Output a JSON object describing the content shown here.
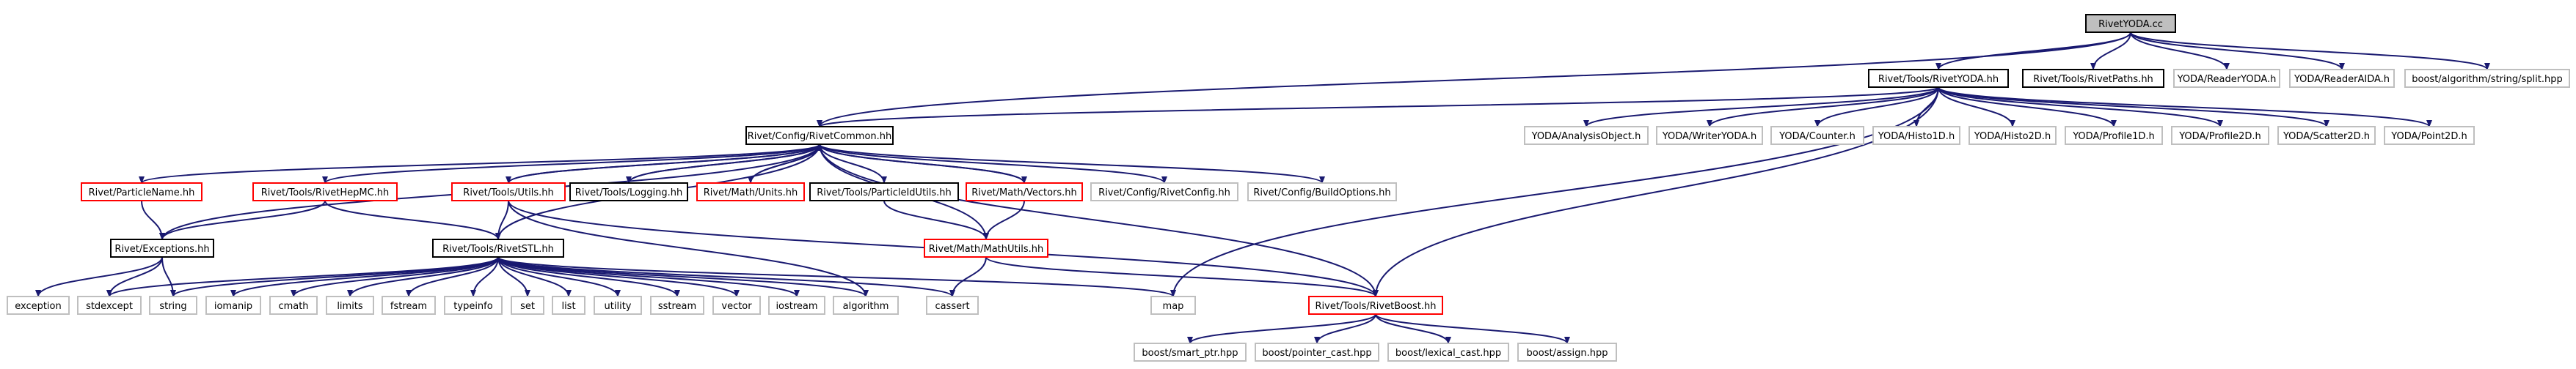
{
  "graph": {
    "nodes": [
      {
        "id": "rivetyoda_cc",
        "label": "RivetYODA.cc",
        "style": "root"
      },
      {
        "id": "tools_rivetyoda_hh",
        "label": "Rivet/Tools/RivetYODA.hh",
        "style": "doc"
      },
      {
        "id": "tools_rivetpaths_hh",
        "label": "Rivet/Tools/RivetPaths.hh",
        "style": "doc"
      },
      {
        "id": "yoda_readeryoda_h",
        "label": "YODA/ReaderYODA.h",
        "style": "ext"
      },
      {
        "id": "yoda_readeraida_h",
        "label": "YODA/ReaderAIDA.h",
        "style": "ext"
      },
      {
        "id": "boost_split_hpp",
        "label": "boost/algorithm/string/split.hpp",
        "style": "ext"
      },
      {
        "id": "config_rivetcommon_hh",
        "label": "Rivet/Config/RivetCommon.hh",
        "style": "doc"
      },
      {
        "id": "yoda_analysisobject_h",
        "label": "YODA/AnalysisObject.h",
        "style": "ext"
      },
      {
        "id": "yoda_writeryoda_h",
        "label": "YODA/WriterYODA.h",
        "style": "ext"
      },
      {
        "id": "yoda_counter_h",
        "label": "YODA/Counter.h",
        "style": "ext"
      },
      {
        "id": "yoda_histo1d_h",
        "label": "YODA/Histo1D.h",
        "style": "ext"
      },
      {
        "id": "yoda_histo2d_h",
        "label": "YODA/Histo2D.h",
        "style": "ext"
      },
      {
        "id": "yoda_profile1d_h",
        "label": "YODA/Profile1D.h",
        "style": "ext"
      },
      {
        "id": "yoda_profile2d_h",
        "label": "YODA/Profile2D.h",
        "style": "ext"
      },
      {
        "id": "yoda_scatter2d_h",
        "label": "YODA/Scatter2D.h",
        "style": "ext"
      },
      {
        "id": "yoda_point2d_h",
        "label": "YODA/Point2D.h",
        "style": "ext"
      },
      {
        "id": "particlename_hh",
        "label": "Rivet/ParticleName.hh",
        "style": "undoc"
      },
      {
        "id": "tools_rivethepmc_hh",
        "label": "Rivet/Tools/RivetHepMC.hh",
        "style": "undoc"
      },
      {
        "id": "tools_utils_hh",
        "label": "Rivet/Tools/Utils.hh",
        "style": "undoc"
      },
      {
        "id": "tools_logging_hh",
        "label": "Rivet/Tools/Logging.hh",
        "style": "doc"
      },
      {
        "id": "math_units_hh",
        "label": "Rivet/Math/Units.hh",
        "style": "undoc"
      },
      {
        "id": "tools_particleidutils_hh",
        "label": "Rivet/Tools/ParticleIdUtils.hh",
        "style": "doc"
      },
      {
        "id": "math_vectors_hh",
        "label": "Rivet/Math/Vectors.hh",
        "style": "undoc"
      },
      {
        "id": "config_rivetconfig_hh",
        "label": "Rivet/Config/RivetConfig.hh",
        "style": "ext"
      },
      {
        "id": "config_buildoptions_hh",
        "label": "Rivet/Config/BuildOptions.hh",
        "style": "ext"
      },
      {
        "id": "exceptions_hh",
        "label": "Rivet/Exceptions.hh",
        "style": "doc"
      },
      {
        "id": "tools_rivetstl_hh",
        "label": "Rivet/Tools/RivetSTL.hh",
        "style": "doc"
      },
      {
        "id": "math_mathutils_hh",
        "label": "Rivet/Math/MathUtils.hh",
        "style": "undoc"
      },
      {
        "id": "tools_rivetboost_hh",
        "label": "Rivet/Tools/RivetBoost.hh",
        "style": "undoc"
      },
      {
        "id": "exception",
        "label": "exception",
        "style": "ext"
      },
      {
        "id": "stdexcept",
        "label": "stdexcept",
        "style": "ext"
      },
      {
        "id": "string",
        "label": "string",
        "style": "ext"
      },
      {
        "id": "iomanip",
        "label": "iomanip",
        "style": "ext"
      },
      {
        "id": "cmath",
        "label": "cmath",
        "style": "ext"
      },
      {
        "id": "limits",
        "label": "limits",
        "style": "ext"
      },
      {
        "id": "fstream",
        "label": "fstream",
        "style": "ext"
      },
      {
        "id": "typeinfo",
        "label": "typeinfo",
        "style": "ext"
      },
      {
        "id": "set",
        "label": "set",
        "style": "ext"
      },
      {
        "id": "list",
        "label": "list",
        "style": "ext"
      },
      {
        "id": "utility",
        "label": "utility",
        "style": "ext"
      },
      {
        "id": "sstream",
        "label": "sstream",
        "style": "ext"
      },
      {
        "id": "vector",
        "label": "vector",
        "style": "ext"
      },
      {
        "id": "iostream",
        "label": "iostream",
        "style": "ext"
      },
      {
        "id": "algorithm",
        "label": "algorithm",
        "style": "ext"
      },
      {
        "id": "cassert",
        "label": "cassert",
        "style": "ext"
      },
      {
        "id": "map",
        "label": "map",
        "style": "ext"
      },
      {
        "id": "boost_smart_ptr_hpp",
        "label": "boost/smart_ptr.hpp",
        "style": "ext"
      },
      {
        "id": "boost_pointer_cast_hpp",
        "label": "boost/pointer_cast.hpp",
        "style": "ext"
      },
      {
        "id": "boost_lexical_cast_hpp",
        "label": "boost/lexical_cast.hpp",
        "style": "ext"
      },
      {
        "id": "boost_assign_hpp",
        "label": "boost/assign.hpp",
        "style": "ext"
      }
    ],
    "edges": [
      [
        "rivetyoda_cc",
        "tools_rivetyoda_hh"
      ],
      [
        "rivetyoda_cc",
        "tools_rivetpaths_hh"
      ],
      [
        "rivetyoda_cc",
        "yoda_readeryoda_h"
      ],
      [
        "rivetyoda_cc",
        "yoda_readeraida_h"
      ],
      [
        "rivetyoda_cc",
        "boost_split_hpp"
      ],
      [
        "rivetyoda_cc",
        "config_rivetcommon_hh"
      ],
      [
        "tools_rivetyoda_hh",
        "config_rivetcommon_hh"
      ],
      [
        "tools_rivetyoda_hh",
        "yoda_analysisobject_h"
      ],
      [
        "tools_rivetyoda_hh",
        "yoda_writeryoda_h"
      ],
      [
        "tools_rivetyoda_hh",
        "yoda_counter_h"
      ],
      [
        "tools_rivetyoda_hh",
        "yoda_histo1d_h"
      ],
      [
        "tools_rivetyoda_hh",
        "yoda_histo2d_h"
      ],
      [
        "tools_rivetyoda_hh",
        "yoda_profile1d_h"
      ],
      [
        "tools_rivetyoda_hh",
        "yoda_profile2d_h"
      ],
      [
        "tools_rivetyoda_hh",
        "yoda_scatter2d_h"
      ],
      [
        "tools_rivetyoda_hh",
        "yoda_point2d_h"
      ],
      [
        "tools_rivetyoda_hh",
        "map"
      ],
      [
        "tools_rivetyoda_hh",
        "tools_rivetboost_hh"
      ],
      [
        "config_rivetcommon_hh",
        "particlename_hh"
      ],
      [
        "config_rivetcommon_hh",
        "tools_rivethepmc_hh"
      ],
      [
        "config_rivetcommon_hh",
        "tools_utils_hh"
      ],
      [
        "config_rivetcommon_hh",
        "tools_logging_hh"
      ],
      [
        "config_rivetcommon_hh",
        "math_units_hh"
      ],
      [
        "config_rivetcommon_hh",
        "tools_particleidutils_hh"
      ],
      [
        "config_rivetcommon_hh",
        "math_vectors_hh"
      ],
      [
        "config_rivetcommon_hh",
        "config_rivetconfig_hh"
      ],
      [
        "config_rivetcommon_hh",
        "config_buildoptions_hh"
      ],
      [
        "config_rivetcommon_hh",
        "exceptions_hh"
      ],
      [
        "config_rivetcommon_hh",
        "tools_rivetstl_hh"
      ],
      [
        "config_rivetcommon_hh",
        "math_mathutils_hh"
      ],
      [
        "config_rivetcommon_hh",
        "tools_rivetboost_hh"
      ],
      [
        "particlename_hh",
        "exceptions_hh"
      ],
      [
        "tools_rivethepmc_hh",
        "exceptions_hh"
      ],
      [
        "tools_rivethepmc_hh",
        "tools_rivetstl_hh"
      ],
      [
        "tools_utils_hh",
        "tools_rivetstl_hh"
      ],
      [
        "tools_utils_hh",
        "algorithm"
      ],
      [
        "tools_utils_hh",
        "tools_rivetboost_hh"
      ],
      [
        "tools_logging_hh",
        "config_rivetcommon_hh"
      ],
      [
        "math_units_hh",
        "config_rivetcommon_hh"
      ],
      [
        "math_vectors_hh",
        "config_rivetcommon_hh"
      ],
      [
        "tools_utils_hh",
        "config_rivetcommon_hh"
      ],
      [
        "tools_particleidutils_hh",
        "math_mathutils_hh"
      ],
      [
        "math_vectors_hh",
        "math_mathutils_hh"
      ],
      [
        "math_mathutils_hh",
        "cassert"
      ],
      [
        "math_mathutils_hh",
        "tools_rivetboost_hh"
      ],
      [
        "exceptions_hh",
        "exception"
      ],
      [
        "exceptions_hh",
        "stdexcept"
      ],
      [
        "exceptions_hh",
        "string"
      ],
      [
        "tools_rivetstl_hh",
        "stdexcept"
      ],
      [
        "tools_rivetstl_hh",
        "string"
      ],
      [
        "tools_rivetstl_hh",
        "iomanip"
      ],
      [
        "tools_rivetstl_hh",
        "cmath"
      ],
      [
        "tools_rivetstl_hh",
        "limits"
      ],
      [
        "tools_rivetstl_hh",
        "fstream"
      ],
      [
        "tools_rivetstl_hh",
        "typeinfo"
      ],
      [
        "tools_rivetstl_hh",
        "set"
      ],
      [
        "tools_rivetstl_hh",
        "list"
      ],
      [
        "tools_rivetstl_hh",
        "utility"
      ],
      [
        "tools_rivetstl_hh",
        "sstream"
      ],
      [
        "tools_rivetstl_hh",
        "vector"
      ],
      [
        "tools_rivetstl_hh",
        "iostream"
      ],
      [
        "tools_rivetstl_hh",
        "algorithm"
      ],
      [
        "tools_rivetstl_hh",
        "cassert"
      ],
      [
        "tools_rivetstl_hh",
        "map"
      ],
      [
        "tools_rivetboost_hh",
        "boost_smart_ptr_hpp"
      ],
      [
        "tools_rivetboost_hh",
        "boost_pointer_cast_hpp"
      ],
      [
        "tools_rivetboost_hh",
        "boost_lexical_cast_hpp"
      ],
      [
        "tools_rivetboost_hh",
        "boost_assign_hpp"
      ]
    ],
    "colors": {
      "edge": "#191970",
      "root_fill": "#bfbfbf",
      "doc_border": "#000000",
      "undoc_border": "#ff0000",
      "ext_border": "#bfbfbf",
      "text": "#000000"
    }
  }
}
